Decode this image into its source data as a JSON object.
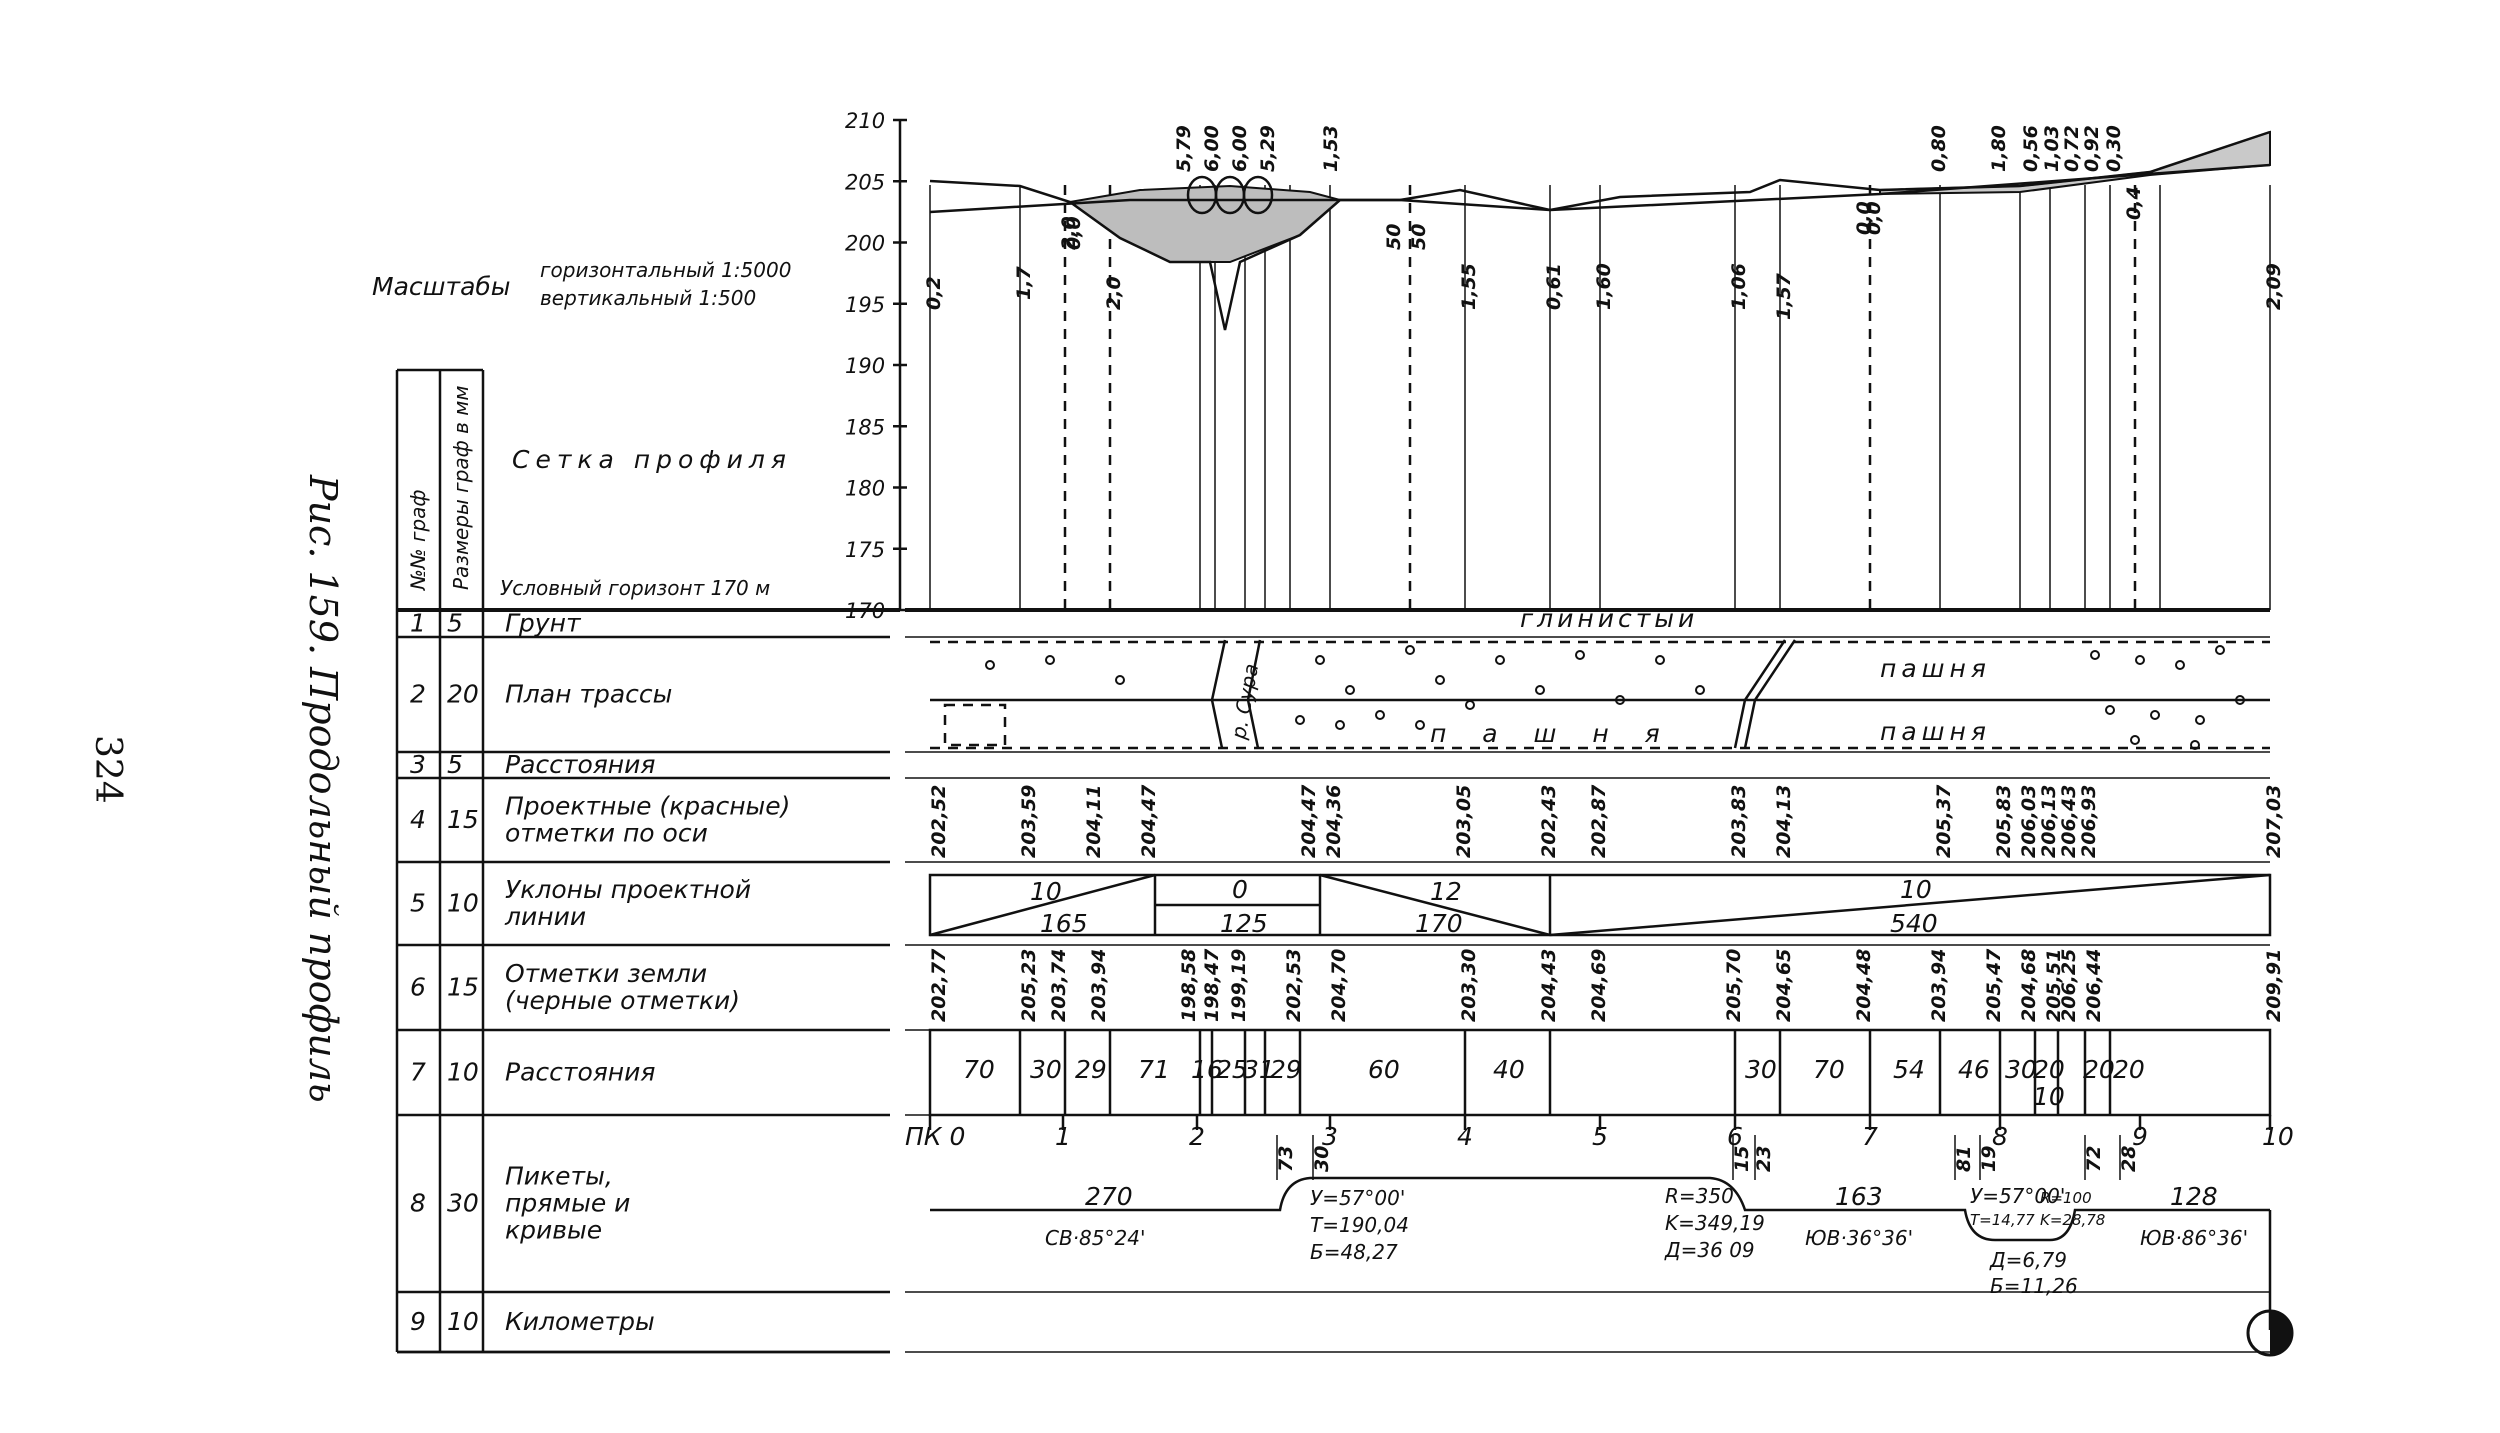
{
  "caption": "Рис. 159. Продольный профиль",
  "page_number": "324",
  "scales": {
    "title": "Масштабы",
    "horizontal": "горизонтальный 1:5000",
    "vertical": "вертикальный 1:500"
  },
  "table_headers": {
    "col_no": "№№ граф",
    "col_size": "Размеры граф в мм"
  },
  "grid": {
    "label": "Сетка профиля",
    "datum": "Условный горизонт 170 м",
    "y_ticks": [
      "210",
      "205",
      "200",
      "195",
      "190",
      "185",
      "180",
      "175",
      "170"
    ]
  },
  "rows": [
    {
      "no": "1",
      "size": "5",
      "label": "Грунт"
    },
    {
      "no": "2",
      "size": "20",
      "label": "План трассы"
    },
    {
      "no": "3",
      "size": "5",
      "label": "Расстояния"
    },
    {
      "no": "4",
      "size": "15",
      "label": "Проектные (красные)",
      "label2": "отметки по оси"
    },
    {
      "no": "5",
      "size": "10",
      "label": "Уклоны проектной",
      "label2": "линии"
    },
    {
      "no": "6",
      "size": "15",
      "label": "Отметки земли",
      "label2": "(черные отметки)"
    },
    {
      "no": "7",
      "size": "10",
      "label": "Расстояния"
    },
    {
      "no": "8",
      "size": "30",
      "label": "Пикеты,",
      "label2": "прямые и",
      "label3": "кривые"
    },
    {
      "no": "9",
      "size": "10",
      "label": "Километры"
    }
  ],
  "soil": "глинистый",
  "plan": {
    "field1": "пашня",
    "field2": "пашня",
    "field_spaced": "п а ш н я",
    "river": "р. Сура"
  },
  "design_marks": [
    "202,52",
    "203,59",
    "204,11",
    "204,47",
    "204,47",
    "204,36",
    "203,05",
    "202,43",
    "202,87",
    "203,83",
    "204,13",
    "205,37",
    "205,83",
    "206,03",
    "206,13",
    "206,43",
    "206,93",
    "207,03"
  ],
  "grades": [
    {
      "top": "10",
      "bottom": "165"
    },
    {
      "top": "0",
      "bottom": "125"
    },
    {
      "top": "12",
      "bottom": "170"
    },
    {
      "top": "10",
      "bottom": "540"
    }
  ],
  "ground_marks": [
    "202,77",
    "205,23",
    "203,74",
    "203,94",
    "198,58",
    "198,47",
    "199,19",
    "202,53",
    "204,70",
    "203,30",
    "204,43",
    "204,69",
    "205,70",
    "204,65",
    "204,48",
    "203,94",
    "205,47",
    "204,68",
    "205,51",
    "206,25",
    "206,44",
    "209,91"
  ],
  "distances": [
    "70",
    "30",
    "29",
    "71",
    "16",
    "25",
    "31",
    "29",
    "60",
    "40",
    "30",
    "70",
    "54",
    "46",
    "30",
    "20",
    "10",
    "20",
    "20"
  ],
  "pickets": {
    "start": "ПК 0",
    "labels": [
      "1",
      "2",
      "3",
      "4",
      "5",
      "6",
      "7",
      "8",
      "9",
      "10"
    ]
  },
  "curve_offsets": [
    "73",
    "30",
    "15",
    "23",
    "81",
    "19",
    "72",
    "28"
  ],
  "straights": [
    {
      "len": "270",
      "dir": "СВ·85°24'"
    },
    {
      "len": "163",
      "dir": "ЮВ·36°36'"
    },
    {
      "len": "128",
      "dir": "ЮВ·86°36'"
    }
  ],
  "curve1": {
    "angle": "У=57°00'",
    "t": "Т=190,04",
    "b": "Б=48,27"
  },
  "curve1_end": {
    "r": "R=350",
    "k": "K=349,19",
    "d": "Д=36 09"
  },
  "curve2": {
    "angle": "У=57°00'",
    "t": "Т=14,77",
    "r": "R=100",
    "k": "K=28,78",
    "d": "Д=6,79",
    "b": "Б=11,26"
  },
  "profile_heights_top": [
    "5,79",
    "6,00",
    "6,00",
    "5,29",
    "1,53",
    "0,80",
    "1,80",
    "0,56",
    "1,03",
    "0,72",
    "0,92",
    "0,30"
  ],
  "profile_heights_vert": [
    "0,2",
    "1,7",
    "2,0",
    "0,0",
    "2,0",
    "50",
    "50",
    "1,55",
    "0,61",
    "1,60",
    "1,06",
    "1,57",
    "0,0",
    "0,0",
    "0,4",
    "2,09"
  ]
}
